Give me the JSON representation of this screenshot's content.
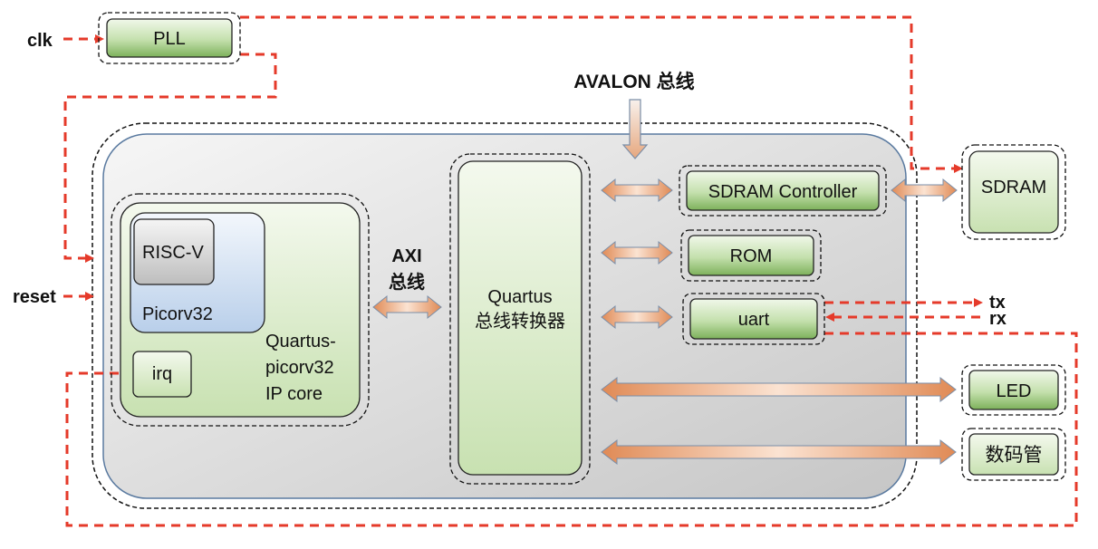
{
  "signals": {
    "clk": "clk",
    "reset": "reset",
    "tx": "tx",
    "rx": "rx"
  },
  "blocks": {
    "pll": "PLL",
    "sdram": "SDRAM",
    "sdram_controller": "SDRAM Controller",
    "rom": "ROM",
    "uart": "uart",
    "led": "LED",
    "seg": "数码管",
    "riscv": "RISC-V",
    "picorv32": "Picorv32",
    "irq": "irq",
    "ipcore_line1": "Quartus-",
    "ipcore_line2": "picorv32",
    "ipcore_line3": "IP core",
    "bridge_line1": "Quartus",
    "bridge_line2": "总线转换器"
  },
  "labels": {
    "avalon": "AVALON 总线",
    "axi_line1": "AXI",
    "axi_line2": "总线"
  },
  "colors": {
    "signal_line": "#e53a2a",
    "green_block_top": "#eef6e4",
    "green_block_bottom": "#7fb35e",
    "bus_arrow": "#e9a173",
    "chip_fill": "#d4d4d4",
    "picorv_fill": "#c9d9ee"
  }
}
